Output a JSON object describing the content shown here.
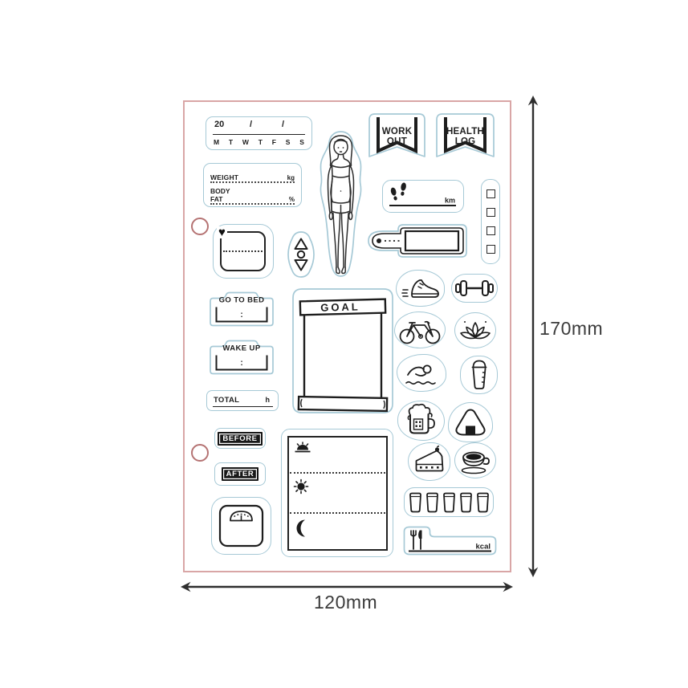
{
  "meta": {
    "height_label": "170mm",
    "width_label": "120mm"
  },
  "date_stamp": {
    "year_prefix": "20",
    "date_separator_1": "/",
    "date_separator_2": "/",
    "weekdays": [
      "M",
      "T",
      "W",
      "T",
      "F",
      "S",
      "S"
    ]
  },
  "body_metrics_stamp": {
    "weight_label": "WEIGHT",
    "weight_unit": "kg",
    "body_fat_line1": "BODY",
    "body_fat_line2": "FAT",
    "body_fat_unit": "%"
  },
  "banner_stamps": {
    "workout_line1": "WORK",
    "workout_line2": "OUT",
    "health_line1": "HEALTH",
    "health_line2": "LOG"
  },
  "distance_stamp": {
    "unit_label": "km"
  },
  "heart_stamp": {
    "heart_glyph": "♥"
  },
  "sleep_stamps": {
    "go_to_bed_label": "GO TO BED",
    "wake_up_label": "WAKE UP",
    "time_placeholder": ":",
    "total_label": "TOTAL",
    "total_unit": "h"
  },
  "goal_stamp": {
    "title": "GOAL"
  },
  "progress_stamps": {
    "before_label": "BEFORE",
    "after_label": "AFTER"
  },
  "calorie_stamp": {
    "unit_label": "kcal"
  },
  "stamp_counts": {
    "checkbox_squares": 4,
    "water_glasses": 5
  },
  "icon_names": [
    "female-figure-icon",
    "footprints-icon",
    "checkbox-icon",
    "heart-icon",
    "triangle-up-icon",
    "circle-icon",
    "triangle-down-icon",
    "tag-icon",
    "running-shoe-icon",
    "dumbbell-icon",
    "bicycle-icon",
    "lotus-icon",
    "swimmer-icon",
    "takeout-cup-icon",
    "beer-mug-icon",
    "onigiri-icon",
    "cake-slice-icon",
    "coffee-cup-icon",
    "sunrise-icon",
    "sun-icon",
    "moon-icon",
    "scale-icon",
    "water-glass-icon",
    "cutlery-icon"
  ],
  "colors": {
    "cut_line_blue": "#a6c9d6",
    "sheet_border_pink": "#d9a6a6",
    "registration_hole_pink": "#b57373",
    "ink_black": "#1d1d1d",
    "dimension_arrow": "#2e2e2e"
  }
}
